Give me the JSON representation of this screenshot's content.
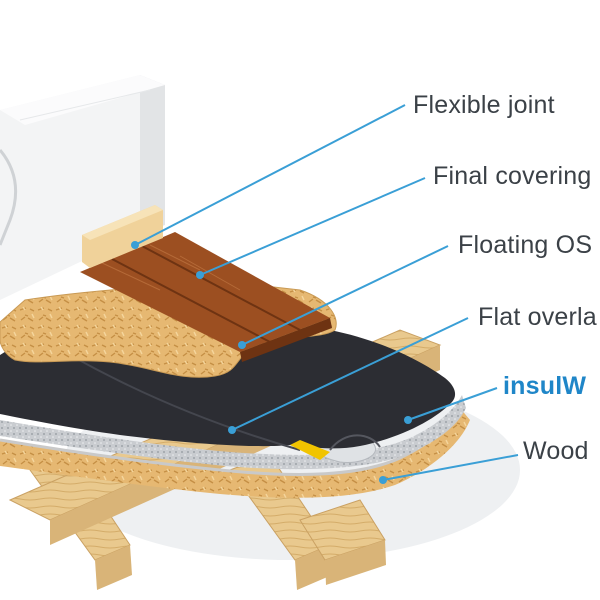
{
  "labels": {
    "flexible_joint": "Flexible joint",
    "final_covering": "Final covering",
    "floating_osb": "Floating OS",
    "flat_overlay": "Flat overla",
    "insulwood": "insulW",
    "wood": "Wood"
  },
  "colors": {
    "leader_line": "#3a9fd6",
    "brand_text": "#1f86c8",
    "label_text": "#3b4147",
    "osb": "#e6b872",
    "membrane": "#2c2d33",
    "parquet": "#9c4f21",
    "joist": "#e9c98e",
    "wall": "#f1f2f3"
  }
}
